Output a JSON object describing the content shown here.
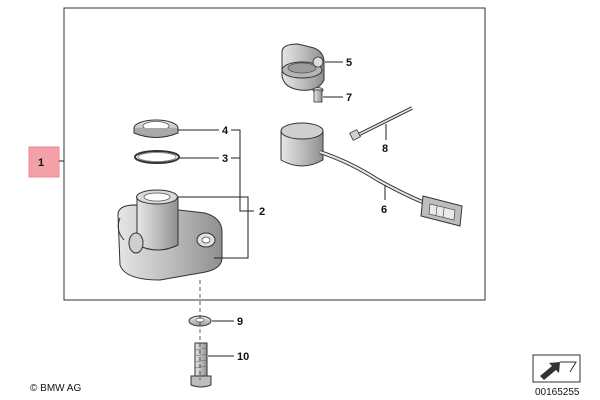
{
  "callouts": {
    "c1": "1",
    "c2": "2",
    "c3": "3",
    "c4": "4",
    "c5": "5",
    "c6": "6",
    "c7": "7",
    "c8": "8",
    "c9": "9",
    "c10": "10"
  },
  "footer": {
    "copyright": "© BMW AG",
    "part_number": "00165255"
  },
  "icons": {
    "view_direction": "view-direction-arrow-icon",
    "bmw_logo": "bmw-roundel-icon"
  },
  "colors": {
    "highlight": "#f4a0a8",
    "line": "#222222",
    "part_shading": "#c8c8c8"
  }
}
